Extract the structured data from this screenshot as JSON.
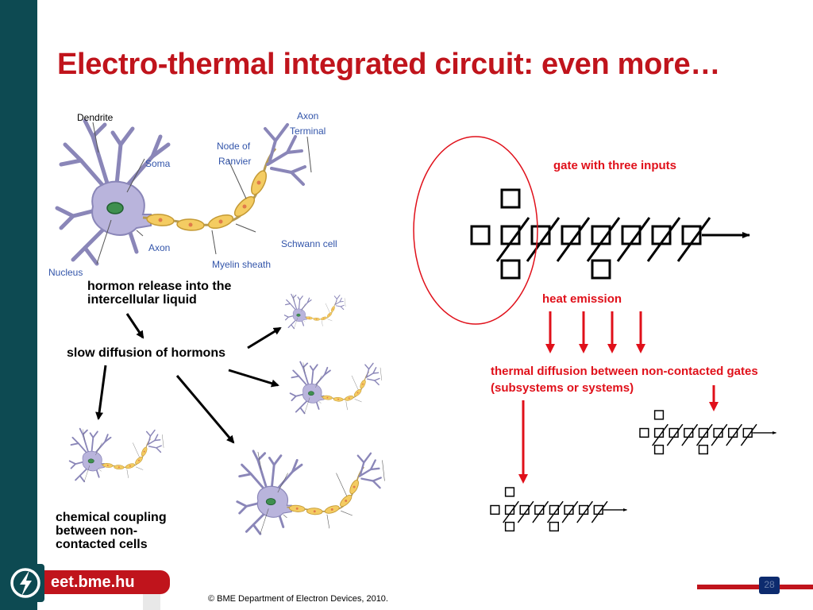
{
  "slide": {
    "title": "Electro-thermal integrated circuit: even more…",
    "footer": "© BME Department of Electron Devices, 2010.",
    "brand": "eet.bme.hu",
    "page_number": "28",
    "colors": {
      "accent": "#c0141c",
      "bar": "#0d4a52",
      "red_text": "#e0101a"
    }
  },
  "neuron_labels": {
    "dendrite": "Dendrite",
    "soma": "Soma",
    "node_of": "Node of",
    "ranvier": "Ranvier",
    "axon_terminal_1": "Axon",
    "axon_terminal_2": "Terminal",
    "axon": "Axon",
    "nucleus": "Nucleus",
    "myelin_sheath": "Myelin sheath",
    "schwann_cell": "Schwann cell"
  },
  "left_texts": {
    "hormon_release": "hormon release into the intercellular liquid",
    "slow_diffusion": "slow diffusion of hormons",
    "chemical_coupling": "chemical coupling between non-contacted cells"
  },
  "right_texts": {
    "gate_three_inputs": "gate with three inputs",
    "heat_emission": "heat emission",
    "thermal_diffusion": "thermal diffusion between non-contacted gates (subsystems or systems)"
  }
}
